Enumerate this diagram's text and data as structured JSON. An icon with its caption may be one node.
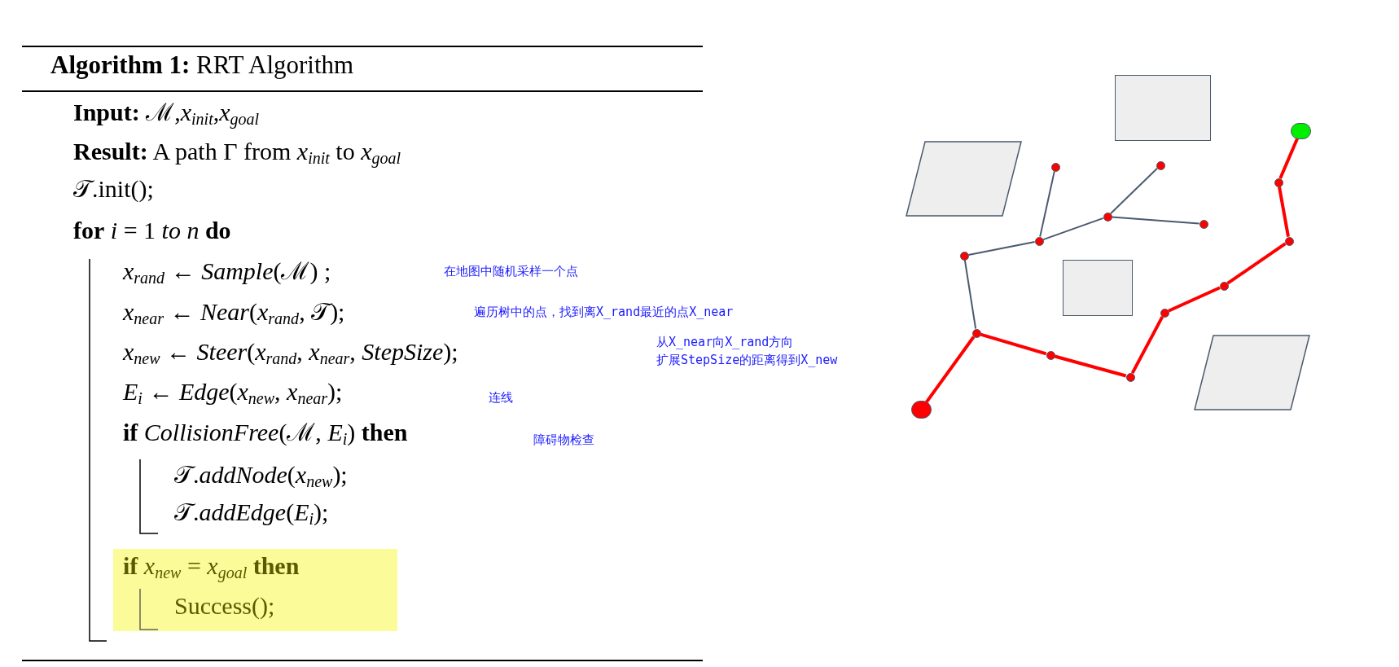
{
  "diagram": {
    "title": "**Algorithm 1:** RRT Algorithm",
    "nodes": [
      {
        "text": [],
        "shape": "circle"
      },
      {
        "text": [],
        "shape": "circle"
      },
      {
        "text": [],
        "shape": "circle"
      },
      {
        "text": [],
        "shape": "circle"
      },
      {
        "text": [],
        "shape": "circle"
      },
      {
        "text": [],
        "shape": "circle"
      },
      {
        "text": [],
        "shape": "circle"
      },
      {
        "text": [],
        "shape": "circle"
      },
      {
        "text": [],
        "shape": "circle"
      },
      {
        "text": [],
        "shape": "circle"
      },
      {
        "text": [],
        "shape": "circle"
      },
      {
        "text": [],
        "shape": "circle"
      },
      {
        "text": [],
        "shape": "circle"
      },
      {
        "text": [],
        "shape": "circle"
      },
      {
        "text": [],
        "shape": "circle"
      },
      {
        "text": [],
        "shape": "parallelogram"
      },
      {
        "text": [],
        "shape": "box"
      },
      {
        "text": [],
        "shape": "box"
      },
      {
        "text": [],
        "shape": "parallelogram"
      }
    ],
    "edges": [
      {
        "from": 0,
        "to": 2,
        "arrow": "none"
      },
      {
        "from": 2,
        "to": 4,
        "arrow": "none"
      },
      {
        "from": 4,
        "to": 7,
        "arrow": "none"
      },
      {
        "from": 7,
        "to": 9,
        "arrow": "none"
      },
      {
        "from": 9,
        "to": 11,
        "arrow": "none"
      },
      {
        "from": 11,
        "to": 13,
        "arrow": "none"
      },
      {
        "from": 13,
        "to": 12,
        "arrow": "none"
      },
      {
        "from": 12,
        "to": 14,
        "arrow": "none"
      },
      {
        "from": 2,
        "to": 1,
        "arrow": "none",
        "color": "#4a5a6e"
      },
      {
        "from": 1,
        "to": 3,
        "arrow": "none",
        "color": "#4a5a6e"
      },
      {
        "from": 3,
        "to": 5,
        "arrow": "none",
        "color": "#4a5a6e"
      },
      {
        "from": 3,
        "to": 6,
        "arrow": "none",
        "color": "#4a5a6e"
      },
      {
        "from": 6,
        "to": 8,
        "arrow": "none",
        "color": "#4a5a6e"
      },
      {
        "from": 6,
        "to": 10,
        "arrow": "none",
        "color": "#4a5a6e"
      }
    ],
    "labels": [
      "**Input:** ℳ,*x*$_{init}$,*x*$_{goal}$",
      "**Result:** A path Γ from *x*$_{init}$ to *x*$_{goal}$",
      "𝒯.init();",
      "**for** *i* = 1 *to n* **do**",
      "*x*$_{rand}$ ← *Sample*(ℳ) ;",
      "在地图中随机采样一个点",
      "*x*$_{near}$ ← *Near*(*x*$_{rand}$, 𝒯);",
      "遍历树中的点，找到离X_rand最近的点X_near",
      "*x*$_{new}$ ← *Steer*(*x*$_{rand}$, *x*$_{near}$, *StepSize*);",
      "从X_near向X_rand方向",
      "扩展StepSize的距离得到X_new",
      "*E*$_{i}$ ← *Edge*(*x*$_{new}$, *x*$_{near}$);",
      "连线",
      "**if** *CollisionFree*(ℳ, *E*$_{i}$) **then**",
      "障碍物检查",
      "𝒯.*addNode*(*x*$_{new}$);",
      "𝒯.*addEdge*(*E*$_{i}$);",
      "**if** *x*$_{new}$ = *x*$_{goal}$ **then**",
      "Success();"
    ]
  }
}
